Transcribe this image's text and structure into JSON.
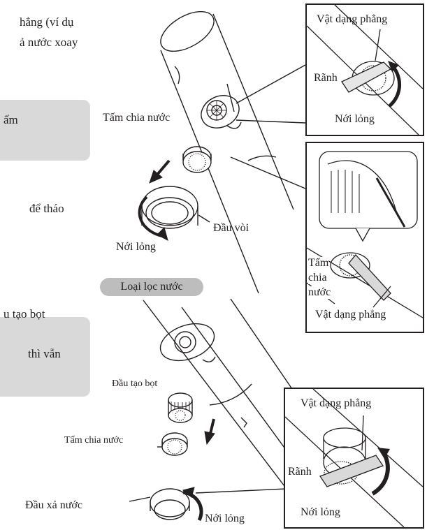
{
  "text_fragments": [
    "hẳng (ví dụ",
    "ả nước xoay",
    "ấm",
    "để tháo",
    "u tạo bọt",
    "thì vẫn"
  ],
  "labels": {
    "water_plate_top": "Tấm chia nước",
    "faucet_head": "Đầu vòi",
    "loosen_top": "Nới lỏng",
    "filter_type": "Loại lọc nước",
    "aerator": "Đầu tạo bọt",
    "water_plate_bottom": "Tấm chia nước",
    "spout_head": "Đầu xả nước",
    "loosen_bottom": "Nới lỏng"
  },
  "panel_top": {
    "flat_object": "Vật dạng phẳng",
    "groove": "Rãnh",
    "loosen": "Nới lỏng"
  },
  "panel_middle": {
    "plate_line1": "Tấm",
    "plate_line2": "chia",
    "plate_line3": "nước",
    "flat_object": "Vật dạng phẳng"
  },
  "panel_bottom": {
    "flat_object": "Vật dạng phẳng",
    "groove": "Rãnh",
    "loosen": "Nới lỏng"
  }
}
